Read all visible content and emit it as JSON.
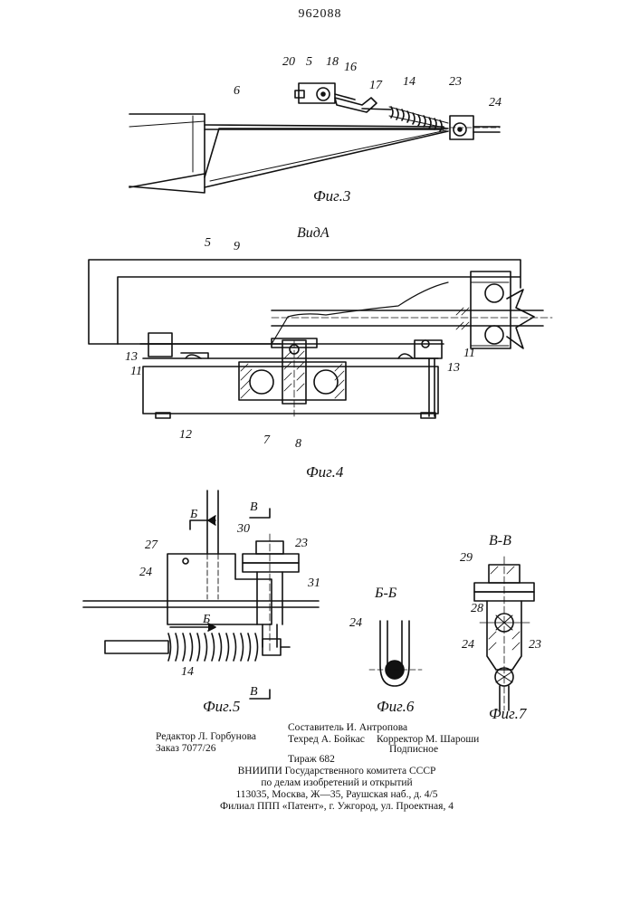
{
  "patent_number": "962088",
  "figures": {
    "fig3": {
      "caption": "Фиг.3",
      "labels": [
        "20",
        "5",
        "18",
        "16",
        "6",
        "17",
        "14",
        "23",
        "24"
      ]
    },
    "fig4": {
      "view_title": "ВидА",
      "caption": "Фиг.4",
      "labels": [
        "5",
        "9",
        "13",
        "11",
        "12",
        "7",
        "8",
        "11",
        "13"
      ]
    },
    "fig5": {
      "caption": "Фиг.5",
      "section_marks": [
        "Б",
        "В",
        "Б",
        "В"
      ],
      "labels": [
        "27",
        "24",
        "30",
        "23",
        "31",
        "14"
      ]
    },
    "fig6": {
      "section_title": "Б-Б",
      "caption": "Фиг.6",
      "labels": [
        "24"
      ]
    },
    "fig7": {
      "section_title": "В-В",
      "caption": "Фиг.7",
      "labels": [
        "29",
        "28",
        "24",
        "23"
      ]
    }
  },
  "imprint": {
    "editor": "Редактор Л. Горбунова",
    "order": "Заказ 7077/26",
    "compiler": "Составитель И. Антропова",
    "techred": "Техред А. Бойкас",
    "corrector": "Корректор М. Шароши",
    "circulation": "Тираж 682",
    "subscription": "Подписное",
    "org_line1": "ВНИИПИ Государственного комитета СССР",
    "org_line2": "по делам изобретений и открытий",
    "address": "113035, Москва, Ж—35, Раушская наб., д. 4/5",
    "branch": "Филиал ППП «Патент», г. Ужгород, ул. Проектная, 4"
  }
}
